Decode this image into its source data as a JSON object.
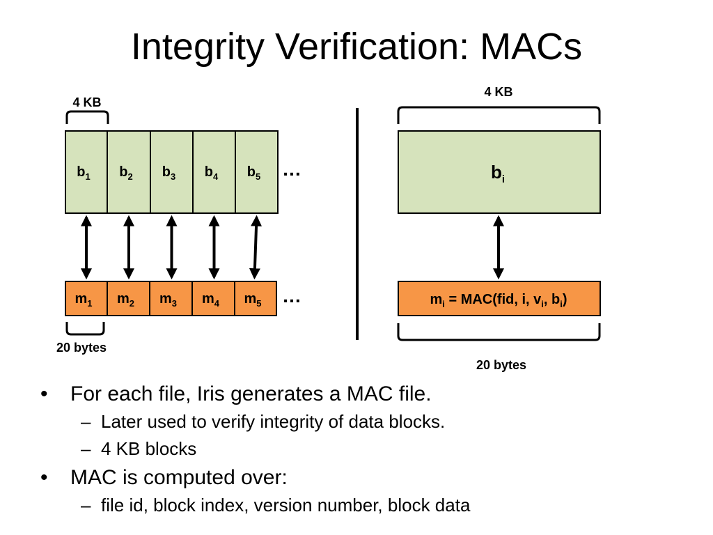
{
  "title": "Integrity Verification: MACs",
  "colors": {
    "block_fill": "#d6e3bc",
    "mac_fill": "#f79646",
    "outline": "#000000"
  },
  "left_diagram": {
    "brace_top_label": "4 KB",
    "brace_bottom_label": "20 bytes",
    "blocks": [
      {
        "base": "b",
        "sub": "1"
      },
      {
        "base": "b",
        "sub": "2"
      },
      {
        "base": "b",
        "sub": "3"
      },
      {
        "base": "b",
        "sub": "4"
      },
      {
        "base": "b",
        "sub": "5"
      }
    ],
    "macs": [
      {
        "base": "m",
        "sub": "1"
      },
      {
        "base": "m",
        "sub": "2"
      },
      {
        "base": "m",
        "sub": "3"
      },
      {
        "base": "m",
        "sub": "4"
      },
      {
        "base": "m",
        "sub": "5"
      }
    ],
    "ellipsis": "…"
  },
  "right_diagram": {
    "brace_top_label": "4 KB",
    "brace_bottom_label": "20 bytes",
    "block": {
      "base": "b",
      "sub": "i"
    },
    "mac_formula": {
      "m": "m",
      "m_sub": "i",
      "eq": " = MAC(fid, i, ",
      "v": "v",
      "v_sub": "i",
      "comma": ", ",
      "b": "b",
      "b_sub": "i",
      "close": ")"
    }
  },
  "bullets": [
    {
      "text": "For each file, Iris generates a MAC file.",
      "subs": [
        "Later used to verify integrity of data blocks.",
        "4 KB blocks"
      ]
    },
    {
      "text": "MAC is computed over:",
      "subs": [
        "file id, block index, version number, block data"
      ]
    }
  ],
  "bullet_mark": "•",
  "sub_mark": "–"
}
